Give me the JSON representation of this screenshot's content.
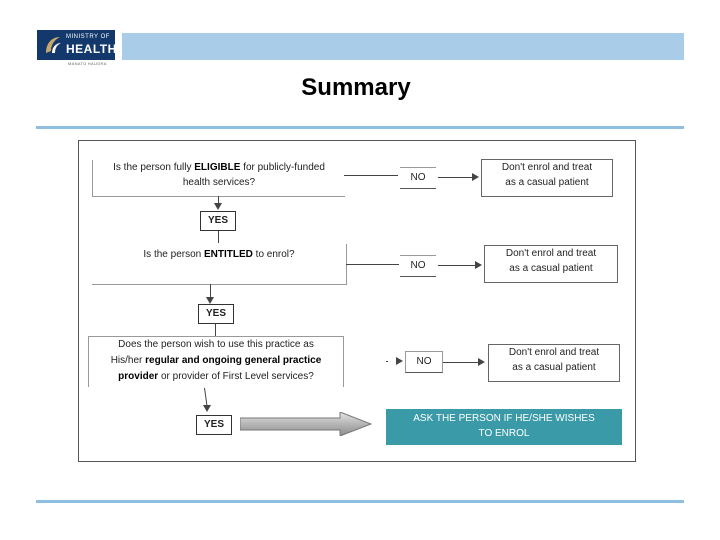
{
  "header": {
    "logo_line1": "MINISTRY OF",
    "logo_line2": "HEALTH",
    "logo_sub": "MANATŪ HAUORA"
  },
  "title": "Summary",
  "diagram": {
    "q1": {
      "pre": "Is the person fully ",
      "strong": "ELIGIBLE",
      "post": " for publicly-funded",
      "line2": "health services?"
    },
    "q2": {
      "pre": "Is the person ",
      "strong": "ENTITLED",
      "post": " to enrol?"
    },
    "q3": {
      "line1": "Does the person wish to use this practice as",
      "line2_pre": "His/her ",
      "line2_strong": "regular and ongoing general practice",
      "line3_strong": "provider",
      "line3_post": " or provider of First Level services?"
    },
    "no_label": "NO",
    "yes_label": "YES",
    "result_line1": "Don't enrol and treat",
    "result_line2": "as a casual patient",
    "final_line1": "ASK THE PERSON IF HE/SHE WISHES",
    "final_line2": "TO ENROL"
  },
  "colors": {
    "header_bar": "#a9cce8",
    "rule": "#8fbfe0",
    "final_box": "#3a9aa8",
    "logo": "#13386b"
  }
}
